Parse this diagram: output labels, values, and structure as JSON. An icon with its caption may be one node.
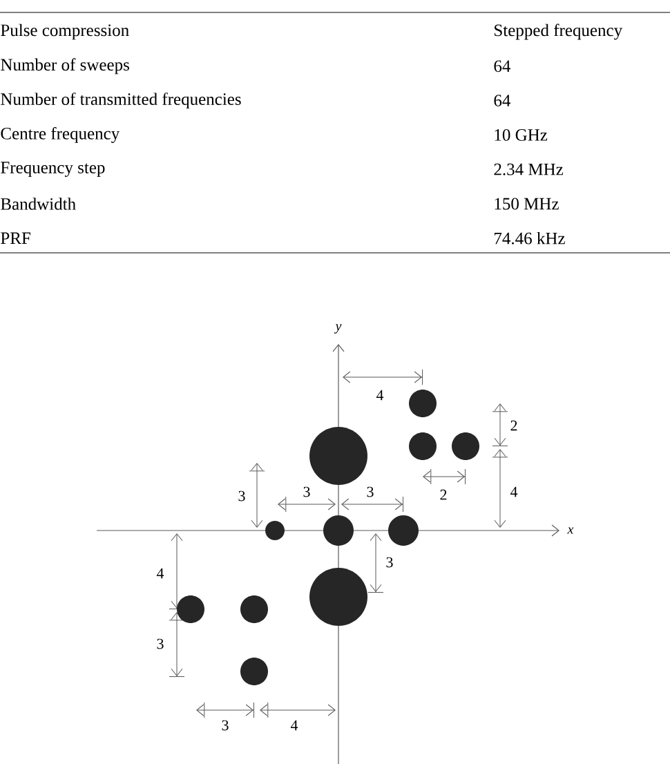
{
  "diagram": {
    "labels": [
      "Pulse compression",
      "Stepped frequency",
      "Number of sweeps",
      "64",
      "Number of transmitted frequencies",
      "64",
      "Centre frequency",
      "10 GHz",
      "Frequency step",
      "2.34 MHz",
      "Bandwidth",
      "150 MHz",
      "PRF",
      "74.46 kHz",
      "y",
      "4",
      "2",
      "3",
      "3",
      "3",
      "2",
      "4",
      "x",
      "3",
      "4",
      "3",
      "3",
      "4"
    ]
  }
}
